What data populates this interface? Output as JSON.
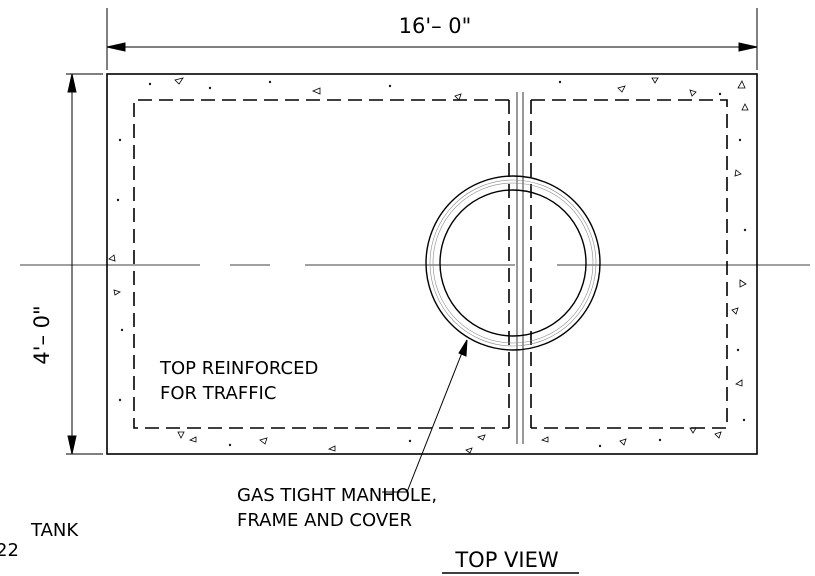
{
  "dimensions": {
    "width_label": "16'– 0\"",
    "height_label": "4'– 0\""
  },
  "notes": {
    "top_reinforced_line1": "TOP REINFORCED",
    "top_reinforced_line2": "FOR TRAFFIC",
    "manhole_line1": "GAS TIGHT MANHOLE,",
    "manhole_line2": "FRAME AND COVER"
  },
  "view_title": "TOP VIEW",
  "edge_fragments": {
    "line1": "TANK",
    "line2": "22"
  }
}
